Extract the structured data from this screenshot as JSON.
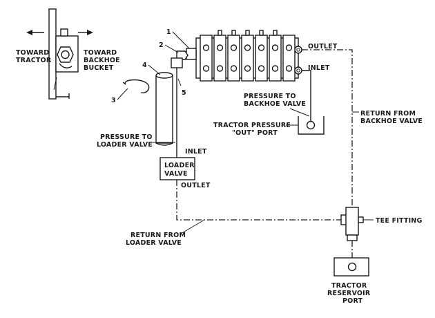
{
  "labels": {
    "toward_tractor": [
      "TOWARD",
      "TRACTOR"
    ],
    "toward_backhoe_bucket": [
      "TOWARD",
      "BACKHOE",
      "BUCKET"
    ],
    "outlet_top": "OUTLET",
    "inlet_top": "INLET",
    "pressure_to_backhoe_valve": [
      "PRESSURE TO",
      "BACKHOE VALVE"
    ],
    "return_from_backhoe_valve": [
      "RETURN FROM",
      "BACKHOE VALVE"
    ],
    "tractor_pressure_out_port": [
      "TRACTOR PRESSURE",
      "\"OUT\" PORT"
    ],
    "pressure_to_loader_valve": [
      "PRESSURE TO",
      "LOADER VALVE"
    ],
    "inlet_loader": "INLET",
    "loader_valve": [
      "LOADER",
      "VALVE"
    ],
    "outlet_loader": "OUTLET",
    "tee_fitting": "TEE FITTING",
    "return_from_loader_valve": [
      "RETURN FROM",
      "LOADER VALVE"
    ],
    "tractor_reservoir_port": [
      "TRACTOR",
      "RESERVOIR",
      "PORT"
    ]
  },
  "callouts": [
    "1",
    "2",
    "3",
    "4",
    "5"
  ]
}
